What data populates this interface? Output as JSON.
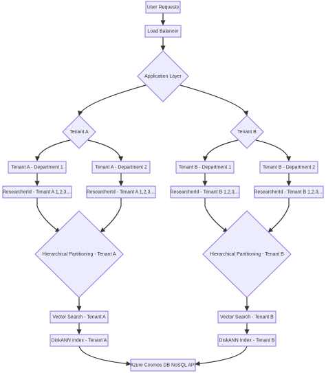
{
  "nodes": {
    "user_requests": "User Requests",
    "load_balancer": "Load Balancer",
    "application_layer": "Application Layer",
    "tenant_a": "Tenant A",
    "tenant_b": "Tenant B",
    "tenant_a_dept1": "Tenant A - Department 1",
    "tenant_a_dept2": "Tenant A - Department 2",
    "tenant_b_dept1": "Tenant B - Department 1",
    "tenant_b_dept2": "Tenant B - Department 2",
    "researcher_a1": "ResearcherId - Tenant A 1,2,3,...",
    "researcher_a2": "ResearcherId - Tenant A 1,2,3,...",
    "researcher_b1": "ResearcherId - Tenant B 1,2,3,...",
    "researcher_b2": "ResearcherId - Tenant B 1,2,3,...",
    "partition_a": "Hierarchical Partitioning - Tenant A",
    "partition_b": "Hierarchical Partitioning - Tenant B",
    "vector_a": "Vector Search - Tenant A",
    "vector_b": "Vector Search - Tenant B",
    "diskann_a": "DiskANN Index - Tenant A",
    "diskann_b": "DiskANN Index - Tenant B",
    "cosmos": "Azure Cosmos DB NoSQL API"
  },
  "colors": {
    "node_fill": "#ECECFF",
    "node_stroke": "#9370DB",
    "edge": "#333333",
    "text": "#333333"
  }
}
